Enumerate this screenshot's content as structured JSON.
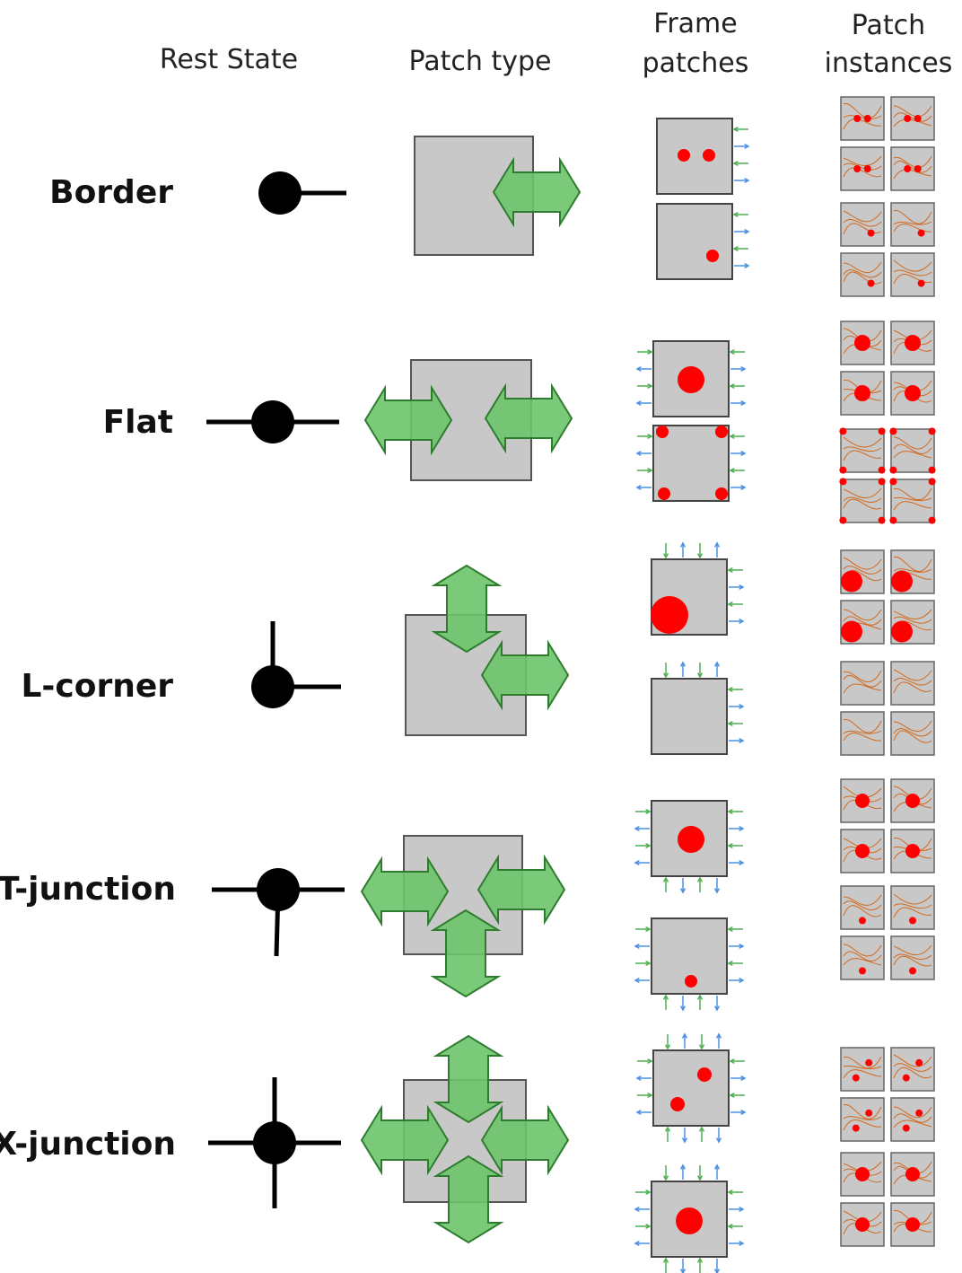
{
  "headers": {
    "rest_state": "Rest State",
    "patch_type": "Patch type",
    "frame_patches_line1": "Frame",
    "frame_patches_line2": "patches",
    "patch_instances_line1": "Patch",
    "patch_instances_line2": "instances"
  },
  "rows": [
    {
      "label": "Border",
      "arms": [
        "right"
      ]
    },
    {
      "label": "Flat",
      "arms": [
        "left",
        "right"
      ]
    },
    {
      "label": "L-corner",
      "arms": [
        "up",
        "right"
      ]
    },
    {
      "label": "T-junction",
      "arms": [
        "left",
        "right",
        "down"
      ]
    },
    {
      "label": "X-junction",
      "arms": [
        "left",
        "right",
        "up",
        "down"
      ]
    }
  ],
  "colors": {
    "patch_fill": "#c8c8c8",
    "arrow_fill": "#6cc46c",
    "arrow_stroke": "#2e7d2e",
    "dot": "#ff0000",
    "blue_arrow": "#4a90e2",
    "green_arrow": "#4caf50",
    "contour": "#d2691e"
  }
}
